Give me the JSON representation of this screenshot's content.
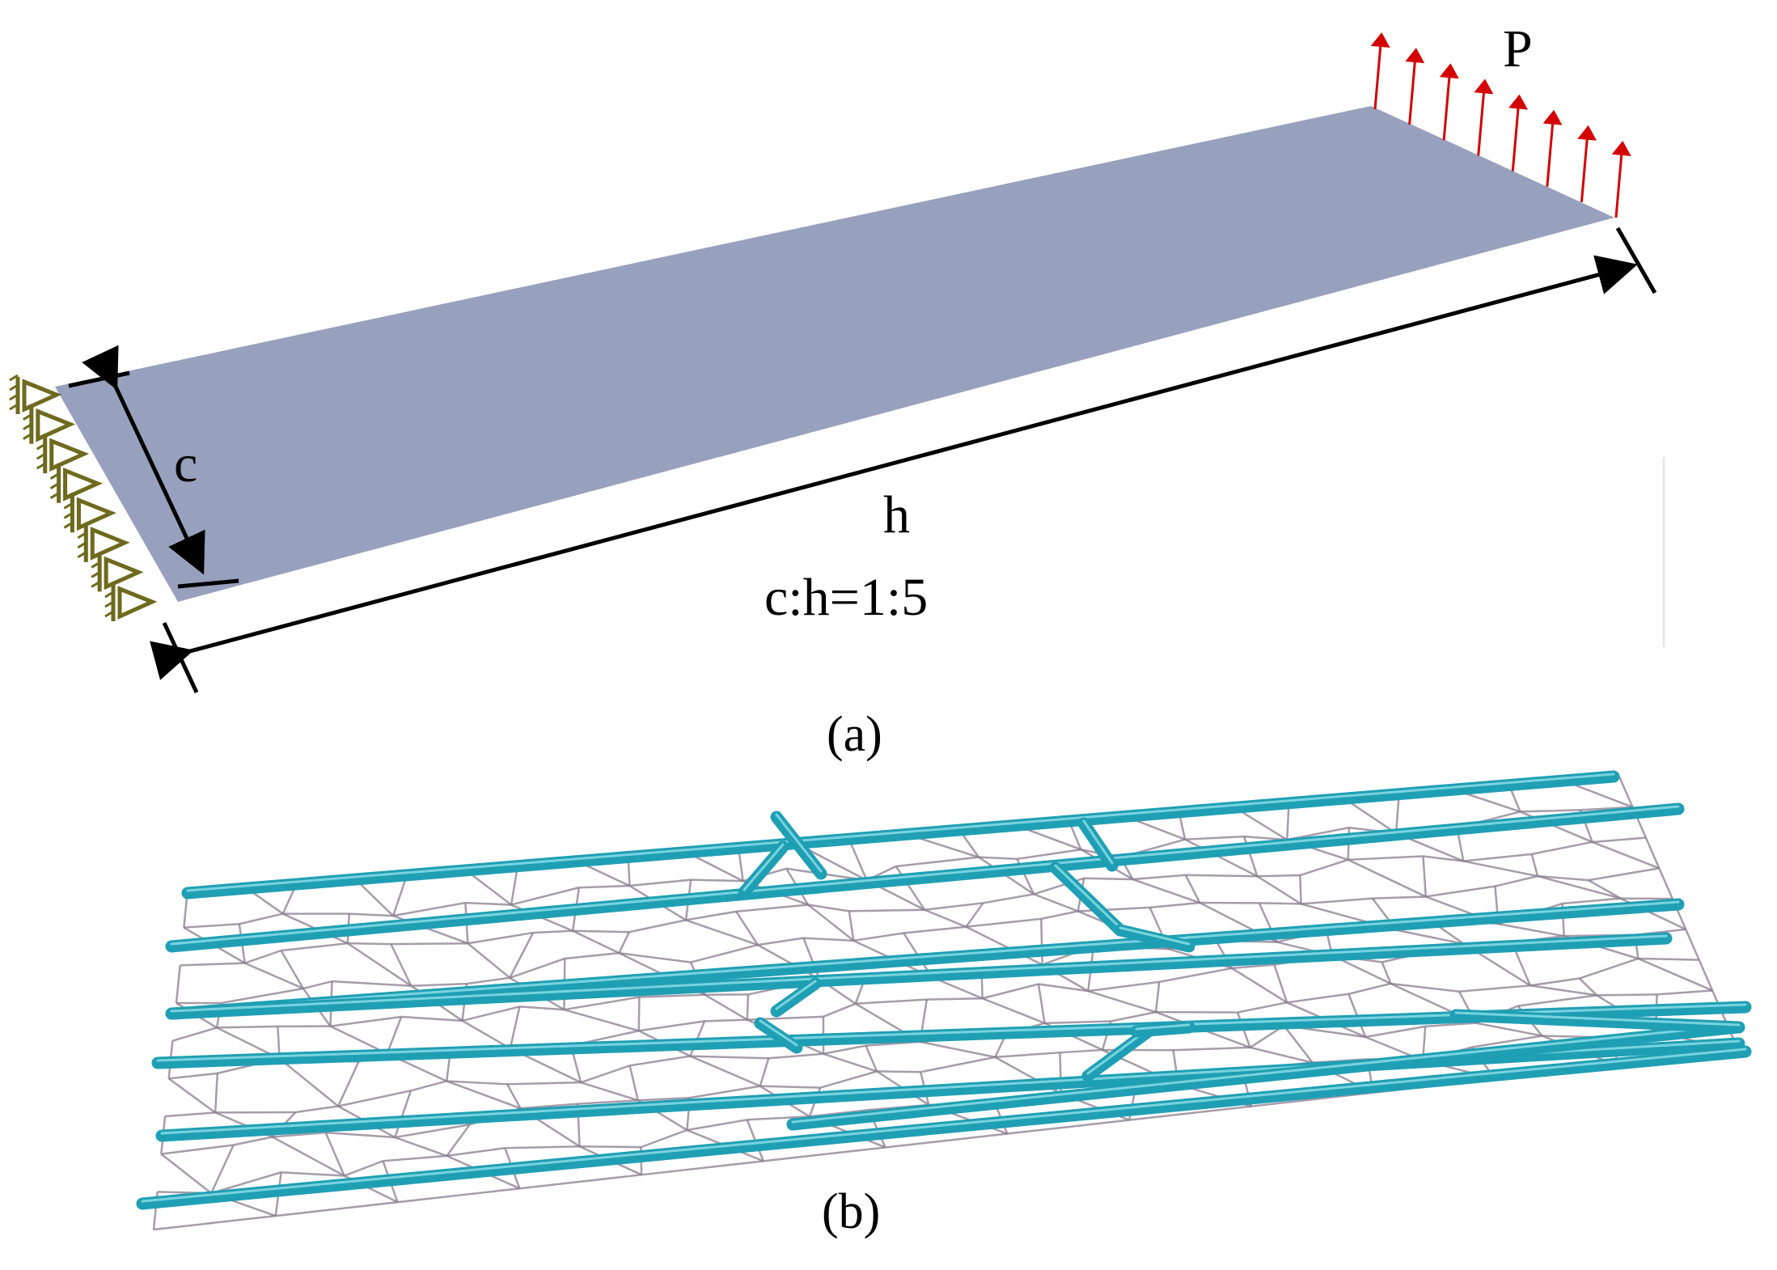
{
  "panel_a": {
    "load_label": "P",
    "width_label": "c",
    "length_label": "h",
    "ratio_label": "c:h=1:5",
    "caption": "(a)",
    "colors": {
      "plate": "#97a1bd",
      "load_arrow": "#d40000",
      "support": "#6e6a1e",
      "dimension": "#000000"
    },
    "load_arrow_count": 8,
    "support_symbol_count": 8
  },
  "panel_b": {
    "caption": "(b)",
    "colors": {
      "rods": "#1f9fb4",
      "rod_highlight": "#8fe0ea",
      "lattice": "#8a7c8e"
    },
    "main_rod_count": 7
  }
}
